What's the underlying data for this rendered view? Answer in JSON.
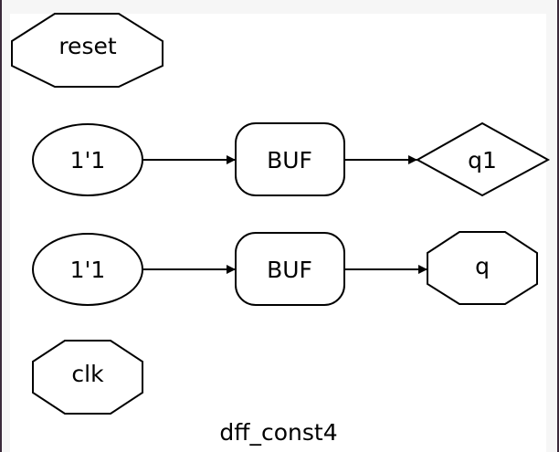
{
  "graph": {
    "title": "dff_const4",
    "nodes": {
      "reset": "reset",
      "const1": "1'1",
      "buf1": "BUF",
      "q1": "q1",
      "const2": "1'1",
      "buf2": "BUF",
      "q": "q",
      "clk": "clk"
    }
  }
}
